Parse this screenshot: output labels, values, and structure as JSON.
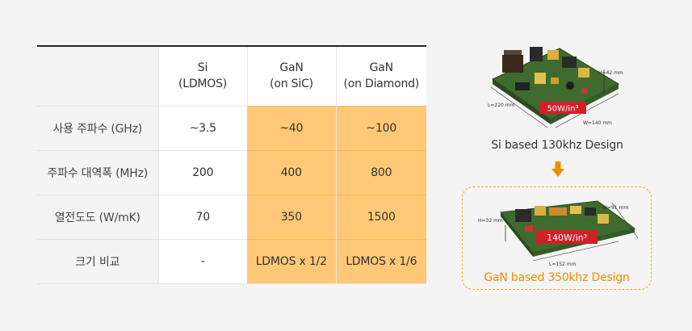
{
  "table": {
    "headers": [
      {
        "line1": "",
        "line2": ""
      },
      {
        "line1": "Si",
        "line2": "(LDMOS)"
      },
      {
        "line1": "GaN",
        "line2": "(on SiC)"
      },
      {
        "line1": "GaN",
        "line2": "(on Diamond)"
      }
    ],
    "rows": [
      {
        "label": "사용 주파수 (GHz)",
        "si": "~3.5",
        "gan_sic": "~40",
        "gan_diamond": "~100"
      },
      {
        "label": "주파수 대역폭 (MHz)",
        "si": "200",
        "gan_sic": "400",
        "gan_diamond": "800"
      },
      {
        "label": "열전도도 (W/mK)",
        "si": "70",
        "gan_sic": "350",
        "gan_diamond": "1500"
      },
      {
        "label": "크기 비교",
        "si": "-",
        "gan_sic": "LDMOS x 1/2",
        "gan_diamond": "LDMOS x 1/6"
      }
    ]
  },
  "si_design": {
    "power_label": "50W/in³",
    "dim_h": "H=42 mm",
    "dim_l": "L=220 mm",
    "dim_w": "W=140 mm",
    "caption": "Si based 130khz Design"
  },
  "gan_design": {
    "power_label": "140W/in³",
    "dim_h": "H=32 mm",
    "dim_w": "W=91 mm",
    "dim_l": "L=152 mm",
    "caption": "GaN based 350khz Design"
  },
  "colors": {
    "highlight": "#ffc877",
    "accent": "#f5a623",
    "power_badge": "#d0202a"
  }
}
